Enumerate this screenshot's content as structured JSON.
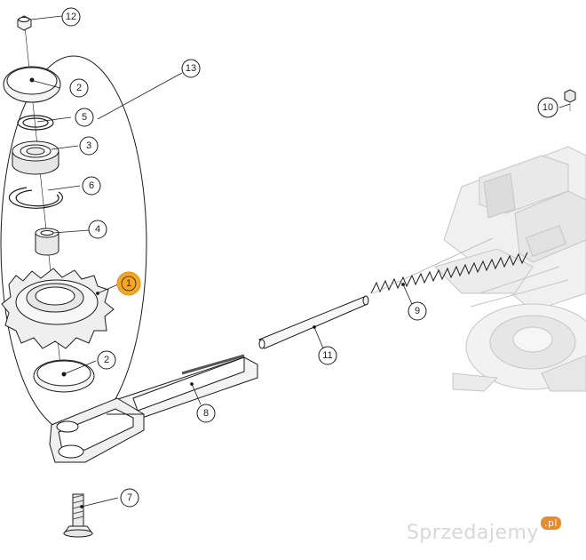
{
  "callouts": [
    {
      "id": "c12",
      "label": "12",
      "highlight": false
    },
    {
      "id": "c13",
      "label": "13",
      "highlight": false
    },
    {
      "id": "c2a",
      "label": "2",
      "highlight": false
    },
    {
      "id": "c5",
      "label": "5",
      "highlight": false
    },
    {
      "id": "c3",
      "label": "3",
      "highlight": false
    },
    {
      "id": "c6",
      "label": "6",
      "highlight": false
    },
    {
      "id": "c4",
      "label": "4",
      "highlight": false
    },
    {
      "id": "c1",
      "label": "1",
      "highlight": true
    },
    {
      "id": "c2b",
      "label": "2",
      "highlight": false
    },
    {
      "id": "c10",
      "label": "10",
      "highlight": false
    },
    {
      "id": "c9",
      "label": "9",
      "highlight": false
    },
    {
      "id": "c11",
      "label": "11",
      "highlight": false
    },
    {
      "id": "c8",
      "label": "8",
      "highlight": false
    },
    {
      "id": "c7",
      "label": "7",
      "highlight": false
    }
  ],
  "colors": {
    "line": "#1a1a1a",
    "ghost": "#c8c8c8",
    "ghostFill": "#efefef",
    "highlight": "#f5a623",
    "partFill": "#f6f6f6"
  },
  "watermark": {
    "text": "Sprzedajemy",
    "suffix": ".pl"
  }
}
